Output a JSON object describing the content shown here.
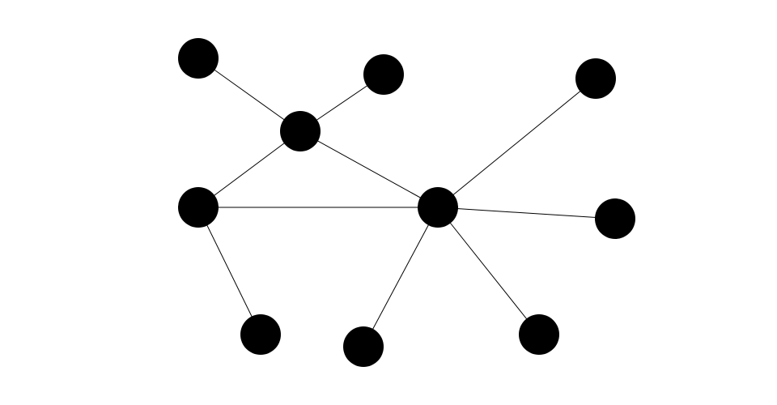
{
  "graph": {
    "node_color": "#000000",
    "edge_color": "#000000",
    "background": "#ffffff",
    "nodes": [
      "n0",
      "n1",
      "n2",
      "n3",
      "n4",
      "n5",
      "n6",
      "n7",
      "n8",
      "n9"
    ],
    "edges": [
      [
        "n0",
        "n2"
      ],
      [
        "n1",
        "n2"
      ],
      [
        "n2",
        "n3"
      ],
      [
        "n2",
        "n4"
      ],
      [
        "n3",
        "n4"
      ],
      [
        "n3",
        "n7"
      ],
      [
        "n4",
        "n5"
      ],
      [
        "n4",
        "n6"
      ],
      [
        "n4",
        "n8"
      ],
      [
        "n4",
        "n9"
      ]
    ]
  }
}
